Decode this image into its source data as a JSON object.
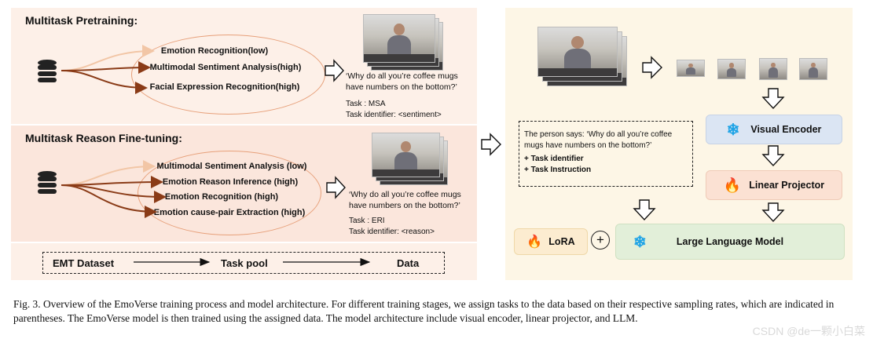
{
  "sections": {
    "pretraining": {
      "title": "Multitask Pretraining:",
      "tasks": [
        "Emotion Recognition(low)",
        "Multimodal Sentiment Analysis(high)",
        "Facial Expression Recognition(high)"
      ],
      "quote": "‘Why do all you’re coffee mugs have numbers on the bottom?’",
      "task_label": "Task : MSA",
      "task_identifier": "Task identifier: <sentiment>"
    },
    "reason_finetuning": {
      "title": "Multitask Reason Fine-tuning:",
      "tasks": [
        "Multimodal  Sentiment Analysis (low)",
        "Emotion Reason Inference (high)",
        "Emotion Recognition (high)",
        "Emotion cause-pair Extraction (high)"
      ],
      "quote": "‘Why do all you’re coffee mugs have numbers on the bottom?’",
      "task_label": "Task : ERI",
      "task_identifier": "Task identifier: <reason>"
    },
    "flow": {
      "dataset": "EMT Dataset",
      "pool": "Task pool",
      "data": "Data"
    }
  },
  "architecture": {
    "prompt_line1": "The person says: ‘Why do all you’re coffee mugs have numbers on the bottom?’",
    "prompt_identifier": "+ Task identifier",
    "prompt_instruction": "+ Task Instruction",
    "visual_encoder": "Visual Encoder",
    "linear_projector": "Linear Projector",
    "lora": "LoRA",
    "llm": "Large Language Model",
    "plus": "+"
  },
  "icons": {
    "database": "database-icon",
    "frozen": "snowflake-icon",
    "trainable": "flame-icon"
  },
  "colors": {
    "left_panel": "#fdf0e8",
    "right_panel": "#fdf6e6",
    "ellipse": "#e7a07a",
    "arrow_low": "#f2c6a6",
    "arrow_high": "#8a3b17",
    "encoder_box": "#dbe5f3",
    "projector_box": "#fbe1d3",
    "lora_box": "#fcecd0",
    "llm_box": "#e2efd9"
  },
  "caption": "Fig. 3.  Overview of the EmoVerse training process and model architecture. For different training stages, we assign tasks to the data based on their respective sampling rates, which are indicated in parentheses. The EmoVerse model is then trained using the assigned data. The model architecture include visual encoder, linear projector, and LLM.",
  "watermark": "CSDN @de一颗小白菜"
}
